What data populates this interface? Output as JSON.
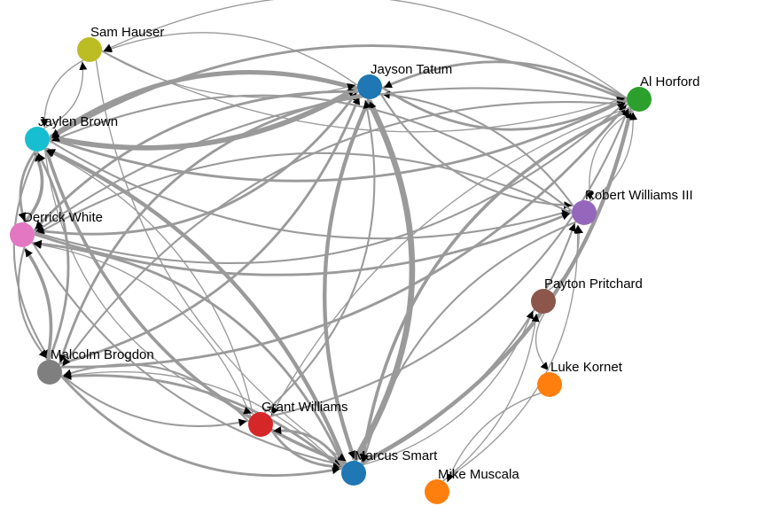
{
  "network": {
    "nodes": [
      {
        "id": "hauser",
        "label": "Sam Hauser",
        "color": "#bcbd22"
      },
      {
        "id": "tatum",
        "label": "Jayson Tatum",
        "color": "#1f77b4"
      },
      {
        "id": "horford",
        "label": "Al Horford",
        "color": "#2ca02c"
      },
      {
        "id": "brown",
        "label": "Jaylen Brown",
        "color": "#17becf"
      },
      {
        "id": "rwilliams",
        "label": "Robert Williams III",
        "color": "#9467bd"
      },
      {
        "id": "white",
        "label": "Derrick White",
        "color": "#e377c2"
      },
      {
        "id": "pritchard",
        "label": "Payton Pritchard",
        "color": "#8c564b"
      },
      {
        "id": "kornet",
        "label": "Luke Kornet",
        "color": "#ff7f0e"
      },
      {
        "id": "brogdon",
        "label": "Malcolm Brogdon",
        "color": "#7f7f7f"
      },
      {
        "id": "gwilliams",
        "label": "Grant Williams",
        "color": "#d62728"
      },
      {
        "id": "smart",
        "label": "Marcus Smart",
        "color": "#1f77b4"
      },
      {
        "id": "muscala",
        "label": "Mike Muscala",
        "color": "#ff7f0e"
      }
    ],
    "edges": [
      {
        "source": "brown",
        "target": "tatum",
        "weight": 7
      },
      {
        "source": "tatum",
        "target": "brown",
        "weight": 6
      },
      {
        "source": "smart",
        "target": "tatum",
        "weight": 8
      },
      {
        "source": "tatum",
        "target": "smart",
        "weight": 5
      },
      {
        "source": "horford",
        "target": "tatum",
        "weight": 3
      },
      {
        "source": "tatum",
        "target": "horford",
        "weight": 3
      },
      {
        "source": "brown",
        "target": "horford",
        "weight": 3
      },
      {
        "source": "horford",
        "target": "brown",
        "weight": 3
      },
      {
        "source": "white",
        "target": "tatum",
        "weight": 3
      },
      {
        "source": "tatum",
        "target": "white",
        "weight": 3
      },
      {
        "source": "white",
        "target": "brown",
        "weight": 4
      },
      {
        "source": "brown",
        "target": "white",
        "weight": 3
      },
      {
        "source": "smart",
        "target": "horford",
        "weight": 5
      },
      {
        "source": "horford",
        "target": "smart",
        "weight": 4
      },
      {
        "source": "smart",
        "target": "brown",
        "weight": 5
      },
      {
        "source": "brown",
        "target": "smart",
        "weight": 4
      },
      {
        "source": "smart",
        "target": "white",
        "weight": 3
      },
      {
        "source": "white",
        "target": "smart",
        "weight": 2
      },
      {
        "source": "brogdon",
        "target": "tatum",
        "weight": 3
      },
      {
        "source": "tatum",
        "target": "brogdon",
        "weight": 3
      },
      {
        "source": "brogdon",
        "target": "brown",
        "weight": 3
      },
      {
        "source": "brown",
        "target": "brogdon",
        "weight": 2
      },
      {
        "source": "brogdon",
        "target": "white",
        "weight": 4
      },
      {
        "source": "white",
        "target": "brogdon",
        "weight": 2
      },
      {
        "source": "brogdon",
        "target": "smart",
        "weight": 3
      },
      {
        "source": "smart",
        "target": "brogdon",
        "weight": 3
      },
      {
        "source": "brogdon",
        "target": "horford",
        "weight": 3
      },
      {
        "source": "horford",
        "target": "brogdon",
        "weight": 2
      },
      {
        "source": "rwilliams",
        "target": "tatum",
        "weight": 2
      },
      {
        "source": "tatum",
        "target": "rwilliams",
        "weight": 2
      },
      {
        "source": "rwilliams",
        "target": "brown",
        "weight": 2
      },
      {
        "source": "brown",
        "target": "rwilliams",
        "weight": 2
      },
      {
        "source": "rwilliams",
        "target": "white",
        "weight": 2
      },
      {
        "source": "white",
        "target": "rwilliams",
        "weight": 3
      },
      {
        "source": "rwilliams",
        "target": "horford",
        "weight": 1
      },
      {
        "source": "horford",
        "target": "rwilliams",
        "weight": 1
      },
      {
        "source": "smart",
        "target": "rwilliams",
        "weight": 2
      },
      {
        "source": "rwilliams",
        "target": "smart",
        "weight": 2
      },
      {
        "source": "gwilliams",
        "target": "tatum",
        "weight": 2
      },
      {
        "source": "gwilliams",
        "target": "smart",
        "weight": 3
      },
      {
        "source": "smart",
        "target": "gwilliams",
        "weight": 3
      },
      {
        "source": "gwilliams",
        "target": "brogdon",
        "weight": 2
      },
      {
        "source": "brogdon",
        "target": "gwilliams",
        "weight": 2
      },
      {
        "source": "gwilliams",
        "target": "horford",
        "weight": 2
      },
      {
        "source": "horford",
        "target": "gwilliams",
        "weight": 1
      },
      {
        "source": "gwilliams",
        "target": "brown",
        "weight": 1
      },
      {
        "source": "gwilliams",
        "target": "white",
        "weight": 1
      },
      {
        "source": "hauser",
        "target": "tatum",
        "weight": 1
      },
      {
        "source": "hauser",
        "target": "brown",
        "weight": 1
      },
      {
        "source": "brown",
        "target": "hauser",
        "weight": 1
      },
      {
        "source": "hauser",
        "target": "horford",
        "weight": 1
      },
      {
        "source": "tatum",
        "target": "hauser",
        "weight": 1
      },
      {
        "source": "horford",
        "target": "hauser",
        "weight": 1
      },
      {
        "source": "hauser",
        "target": "smart",
        "weight": 1
      },
      {
        "source": "pritchard",
        "target": "kornet",
        "weight": 1
      },
      {
        "source": "muscala",
        "target": "pritchard",
        "weight": 1
      },
      {
        "source": "smart",
        "target": "pritchard",
        "weight": 1
      },
      {
        "source": "muscala",
        "target": "rwilliams",
        "weight": 1
      },
      {
        "source": "kornet",
        "target": "muscala",
        "weight": 1
      },
      {
        "source": "pritchard",
        "target": "rwilliams",
        "weight": 1
      },
      {
        "source": "white",
        "target": "horford",
        "weight": 2
      },
      {
        "source": "horford",
        "target": "white",
        "weight": 2
      },
      {
        "source": "smart",
        "target": "brogdon",
        "weight": 1
      },
      {
        "source": "brown",
        "target": "gwilliams",
        "weight": 1
      }
    ]
  }
}
